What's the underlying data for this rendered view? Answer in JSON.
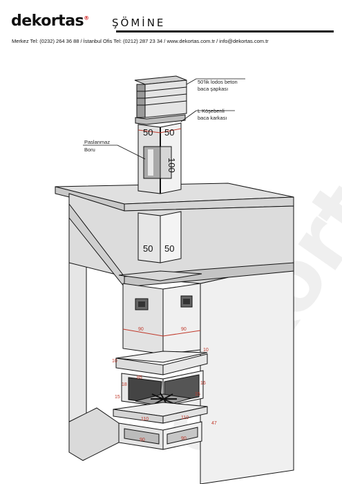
{
  "header": {
    "brand": "dekortas",
    "brand_sub": "ŞÖMİNE",
    "contact": "Merkez Tel: (0232) 264 36 88  /  İstanbul Ofis Tel: (0212) 287 23 34  /  www.dekortas.com.tr  /  info@dekortas.com.tr"
  },
  "watermark": "dekortas",
  "labels": {
    "cap_line1": "50'lik lodos beton",
    "cap_line2": "baca şapkası",
    "frame_line1": "L Köşebenli",
    "frame_line2": "baca karkası",
    "pipe_line1": "Paslanmaz",
    "pipe_line2": "Boru"
  },
  "dims": {
    "upper_w1": "50",
    "upper_w2": "50",
    "upper_h": "100",
    "lower_w1": "50",
    "lower_w2": "50",
    "hood_w1": "90",
    "hood_w2": "90",
    "hood_h": "10",
    "hearth_left": "10",
    "hearth_h1": "15",
    "hearth_h2": "15",
    "hearth_depth": "85",
    "opening_l": "18",
    "opening_r": "16",
    "base_h": "47",
    "base_left": "47",
    "base_w1": "110",
    "base_w2": "110",
    "plinth_w": "90",
    "plinth_w2": "90"
  },
  "colors": {
    "wall": "#d8d8d8",
    "shade": "#bdbdbd",
    "dark": "#8a8a8a",
    "dimension": "#c0392b",
    "steel": "#a9a9a9"
  }
}
